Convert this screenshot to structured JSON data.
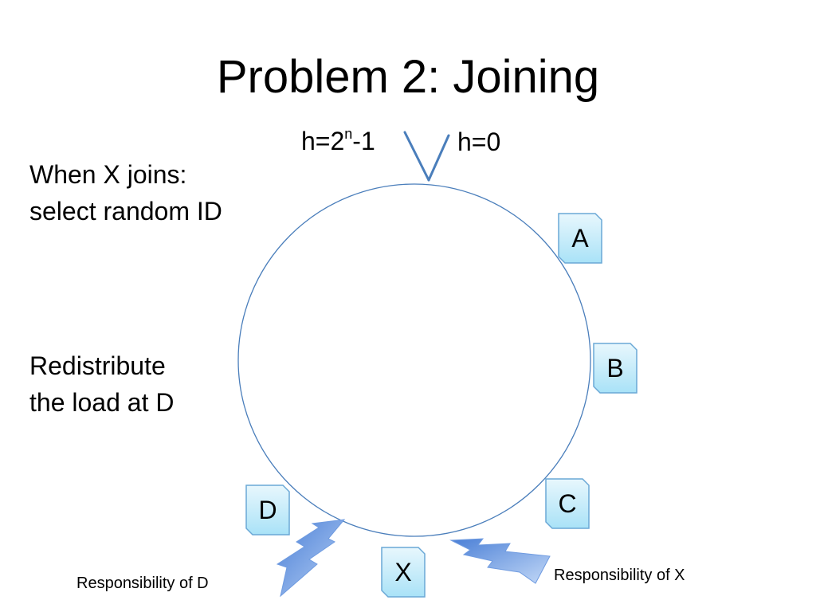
{
  "slide": {
    "title": "Problem 2: Joining",
    "top_label_max": {
      "base": "h=2",
      "sup": "n",
      "tail": "-1"
    },
    "top_label_zero": "h=0",
    "left_text_1": [
      "When X joins:",
      "select random ID"
    ],
    "left_text_2": [
      "Redistribute",
      "the load at D"
    ],
    "nodes": {
      "A": "A",
      "B": "B",
      "C": "C",
      "D": "D",
      "X": "X"
    },
    "responsibility_d": "Responsibility of D",
    "responsibility_x": "Responsibility of X"
  },
  "colors": {
    "ring": "#4a7ebb",
    "node_fill_top": "#e8f7fd",
    "node_fill_bottom": "#a9e2f7",
    "node_border": "#6aa8d6",
    "bolt_light": "#a9c6f2",
    "bolt_dark": "#4a7fd6",
    "arrow": "#4a7ebb"
  },
  "icons": [
    "lightning-bolt-icon",
    "arrow-down-icon"
  ]
}
